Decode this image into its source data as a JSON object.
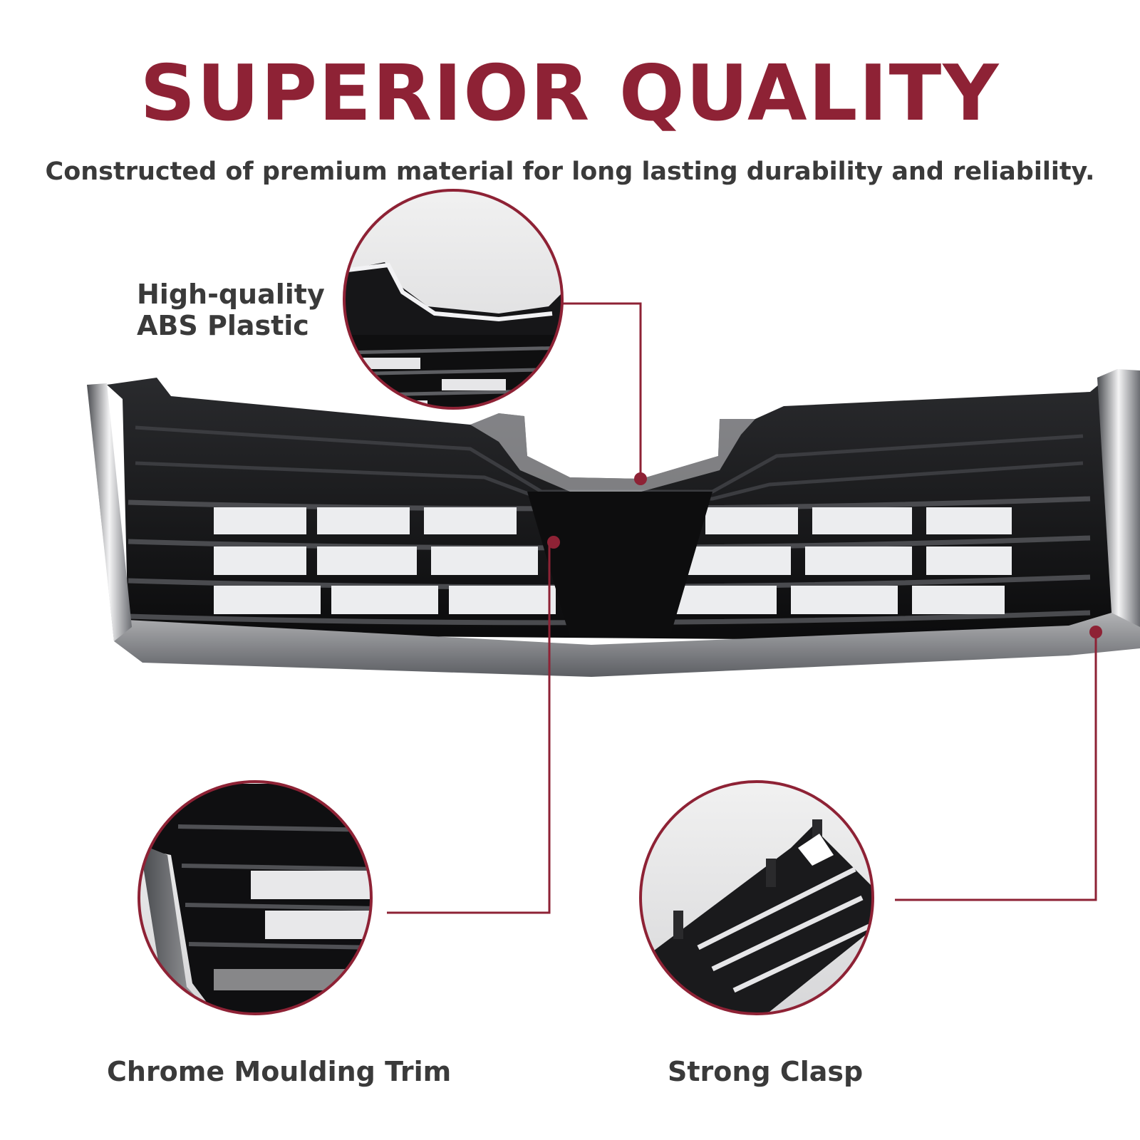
{
  "headline": "SUPERIOR QUALITY",
  "subheadline": "Constructed of premium material for long lasting durability and reliability.",
  "callouts": {
    "abs_plastic": {
      "line1": "High-quality",
      "line2": "ABS Plastic"
    },
    "chrome_trim": "Chrome Moulding Trim",
    "clasp": "Strong Clasp"
  },
  "colors": {
    "accent": "#8e2235",
    "text": "#3a3a3a",
    "grille_black": "#111111",
    "chrome": "#d9dadd"
  }
}
